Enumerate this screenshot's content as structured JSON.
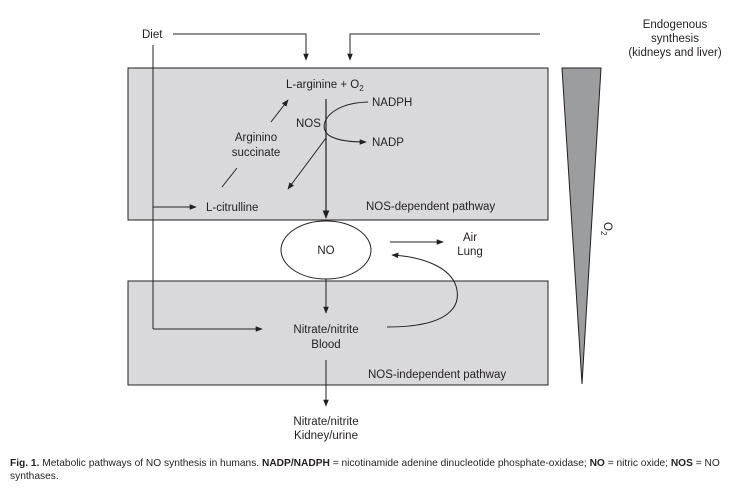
{
  "figure": {
    "nodes": {
      "diet": "Diet",
      "endogenous_line1": "Endogenous",
      "endogenous_line2": "synthesis",
      "endogenous_line3": "(kidneys and liver)",
      "l_arginine": "L-arginine + O",
      "l_arginine_sub": "2",
      "nadph": "NADPH",
      "nadp": "NADP",
      "nos": "NOS",
      "argininosuccinate_line1": "Arginino",
      "argininosuccinate_line2": "succinate",
      "l_citrulline": "L-citrulline",
      "nos_dependent_pathway": "NOS-dependent pathway",
      "no": "NO",
      "air": "Air",
      "lung": "Lung",
      "nitrate_blood_line1": "Nitrate/nitrite",
      "nitrate_blood_line2": "Blood",
      "nos_independent_pathway": "NOS-independent pathway",
      "nitrate_urine_line1": "Nitrate/nitrite",
      "nitrate_urine_line2": "Kidney/urine",
      "o2_gradient_label": "O",
      "o2_gradient_sub": "2"
    },
    "colors": {
      "box_fill": "#d9d9db",
      "gradient_fill": "#9c9d9f",
      "line": "#231f20"
    }
  },
  "caption": {
    "fig_label": "Fig. 1.",
    "text1": " Metabolic pathways of NO synthesis in humans. ",
    "abbr1": "NADP/NADPH",
    "def1": " = nicotinamide adenine dinucleotide phosphate-oxidase; ",
    "abbr2": "NO",
    "def2": " = nitric oxide; ",
    "abbr3": "NOS",
    "def3": " = NO synthases."
  }
}
